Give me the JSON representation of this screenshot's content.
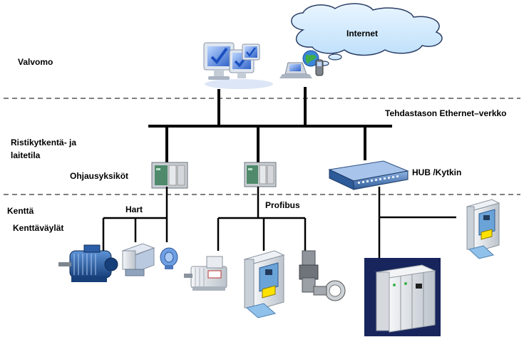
{
  "labels": {
    "valvomo": "Valvomo",
    "internet": "Internet",
    "ethernet": "Tehdastason Ethernet–verkko",
    "ristikytkenta": "Ristikytkentä- ja laitetila",
    "ohjausyksikot": "Ohjausyksiköt",
    "hub": "HUB /Kytkin",
    "kentta": "Kenttä",
    "hart": "Hart",
    "profibus": "Profibus",
    "kenttavaylat": "Kenttäväylät"
  },
  "colors": {
    "bus_line": "#000000",
    "divider": "#333333",
    "cloud": "#cce8ff",
    "device_gray": "#dfe3e8",
    "device_blue": "#6aa3d8",
    "motor_blue": "#1f5fa8",
    "plc_green": "#4f8a6c",
    "hub_blue": "#3e6fb0",
    "screen_blue": "#3a6fd6"
  },
  "icons": [
    "monitor-icon",
    "laptop-icon",
    "globe-icon",
    "phone-icon",
    "cloud-icon",
    "plc-icon",
    "hub-switch-icon",
    "motor-icon",
    "actuator-icon",
    "sensor-icon",
    "servo-motor-icon",
    "frequency-converter-icon",
    "valve-icon",
    "drive-cabinet-icon"
  ]
}
